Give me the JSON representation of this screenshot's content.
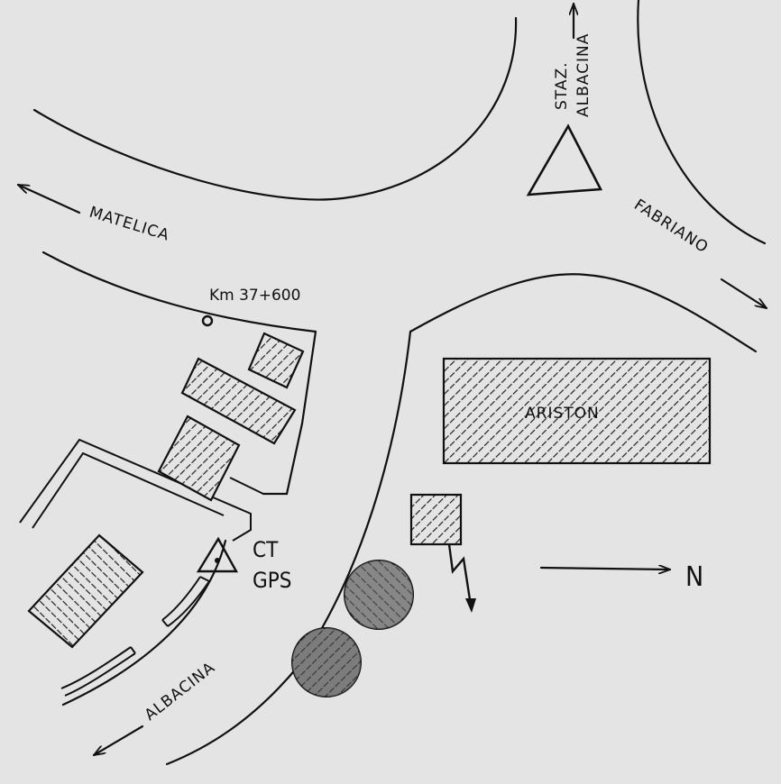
{
  "roads": {
    "matelica": "MATELICA",
    "fabriano": "FABRIANO",
    "albacina": "ALBACINA",
    "staz_line1": "STAZ.",
    "staz_line2": "ALBACINA"
  },
  "landmarks": {
    "km_marker": "Km 37+600",
    "factory": "ARISTON",
    "station_code": "CT",
    "station_type": "GPS"
  },
  "north": "N",
  "colors": {
    "background": "#e4e4e4",
    "ink": "#111111"
  }
}
